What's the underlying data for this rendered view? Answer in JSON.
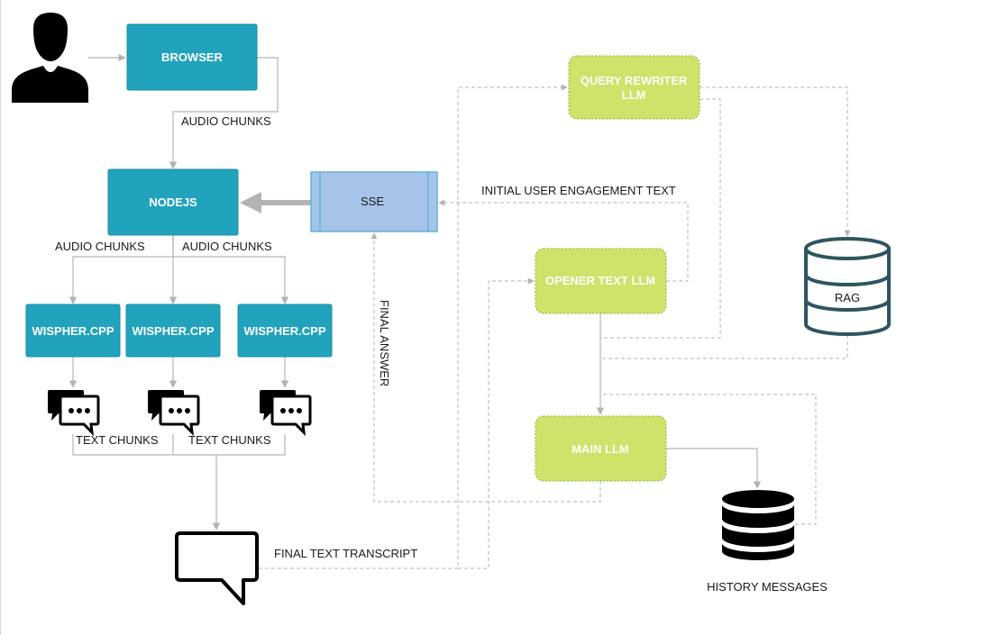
{
  "colors": {
    "teal": "#21a2bd",
    "green": "#cde36a",
    "green_border": "#7fb83b",
    "sse_fill": "#a7c3ea",
    "sse_border": "#5ab7d6",
    "rag_stroke": "#2e5560",
    "edge_solid": "#b3b3b3",
    "edge_dashed": "#b3b3b3",
    "thick_arrow": "#b3b3b3",
    "history_db": "#000000"
  },
  "icons": {
    "user": "user-icon",
    "chat_bubbles": "chat-bubbles-icon",
    "speech_bubble": "speech-bubble-icon",
    "rag_db": "database-outline-icon",
    "history_db": "database-solid-icon"
  },
  "nodes": {
    "browser": "BROWSER",
    "nodejs": "NODEJS",
    "sse": "SSE",
    "wispher_1": "WISPHER.CPP",
    "wispher_2": "WISPHER.CPP",
    "wispher_3": "WISPHER.CPP",
    "query_rewriter_line1": "QUERY REWRITER",
    "query_rewriter_line2": "LLM",
    "opener_text_llm": "OPENER TEXT LLM",
    "main_llm": "MAIN LLM",
    "rag": "RAG"
  },
  "edge_labels": {
    "audio_chunks_browser": "AUDIO CHUNKS",
    "audio_chunks_left": "AUDIO CHUNKS",
    "audio_chunks_right": "AUDIO CHUNKS",
    "text_chunks_left": "TEXT CHUNKS",
    "text_chunks_right": "TEXT CHUNKS",
    "initial_user_engagement": "INITIAL USER ENGAGEMENT TEXT",
    "final_answer": "FINAL ANSWER",
    "final_text_transcript": "FINAL TEXT TRANSCRIPT",
    "history_messages": "HISTORY MESSAGES"
  }
}
